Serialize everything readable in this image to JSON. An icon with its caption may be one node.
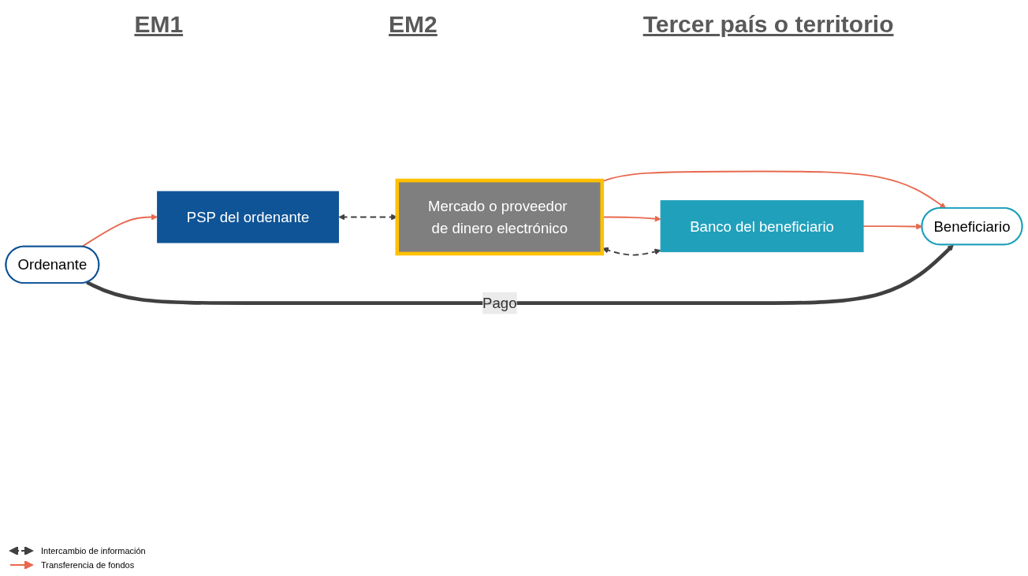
{
  "diagram": {
    "nodes": [
      {
        "text": [
          "PSP del ordenante"
        ]
      },
      {
        "text": [
          "Mercado o proveedor de dinero electrónico"
        ]
      },
      {
        "text": [
          "Banco del beneficiario"
        ]
      },
      {
        "text": [
          "Ordenante"
        ]
      },
      {
        "text": [
          "Beneficiario"
        ]
      }
    ],
    "edges": [
      {
        "from": 0,
        "to": 1,
        "arrow": "both",
        "style": "dashed",
        "color": "#404040"
      },
      {
        "from": 1,
        "to": 2,
        "arrow": "to"
      },
      {
        "from": 1,
        "to": 2,
        "arrow": "both",
        "style": "dashed",
        "color": "#404040"
      },
      {
        "from": 1,
        "to": 4,
        "arrow": "to"
      },
      {
        "from": 2,
        "to": 4,
        "arrow": "to"
      },
      {
        "from": 3,
        "to": 0,
        "arrow": "to"
      },
      {
        "from": 3,
        "to": 4,
        "arrow": "to",
        "label": "Pago",
        "style": "thick",
        "color": "#404040"
      }
    ],
    "labels": [
      "EM1",
      "EM2",
      "Tercer país o territorio"
    ],
    "legend": [
      {
        "text": "Intercambio de información"
      },
      {
        "text": "Transferencia de fondos"
      }
    ]
  }
}
